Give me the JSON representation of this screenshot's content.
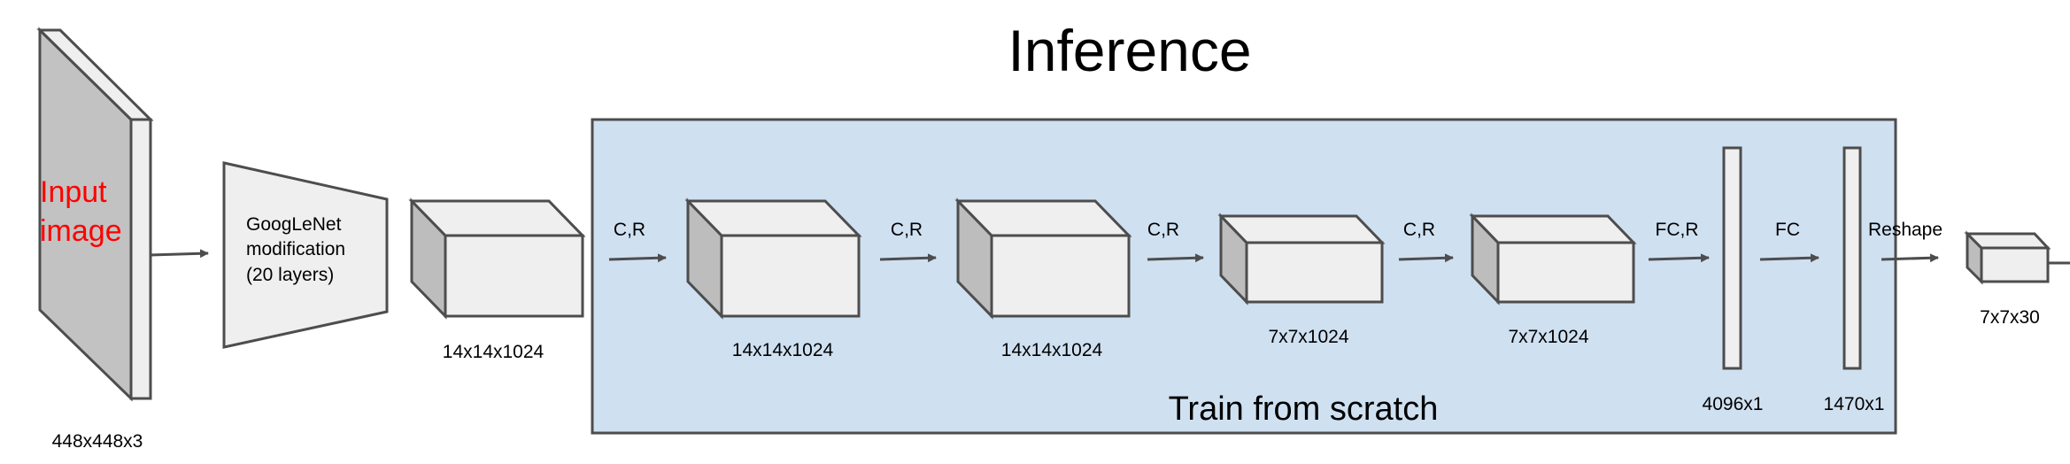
{
  "title": "Inference",
  "input": {
    "label_line1": "Input",
    "label_line2": "image",
    "size": "448x448x3"
  },
  "googlenet": {
    "line1": "GoogLeNet",
    "line2": "modification",
    "line3": "(20 layers)"
  },
  "train_region": {
    "label": "Train from scratch"
  },
  "layer_sizes": {
    "g_out": "14x14x1024",
    "b1": "14x14x1024",
    "b2": "14x14x1024",
    "b3": "7x7x1024",
    "b4": "7x7x1024",
    "fc1": "4096x1",
    "fc2": "1470x1",
    "out": "7x7x30"
  },
  "ops": {
    "a1": "C,R",
    "a2": "C,R",
    "a3": "C,R",
    "a4": "C,R",
    "a5": "FC,R",
    "a6": "FC",
    "a7": "Reshape"
  },
  "colors": {
    "train_region_fill": "#cfe0f1",
    "box_front": "#efefef",
    "box_side": "#bdbdbd",
    "input_front": "#c2c2c2",
    "input_edge": "#efefef",
    "stroke": "#4d4d4d",
    "input_label": "#ff0000"
  }
}
